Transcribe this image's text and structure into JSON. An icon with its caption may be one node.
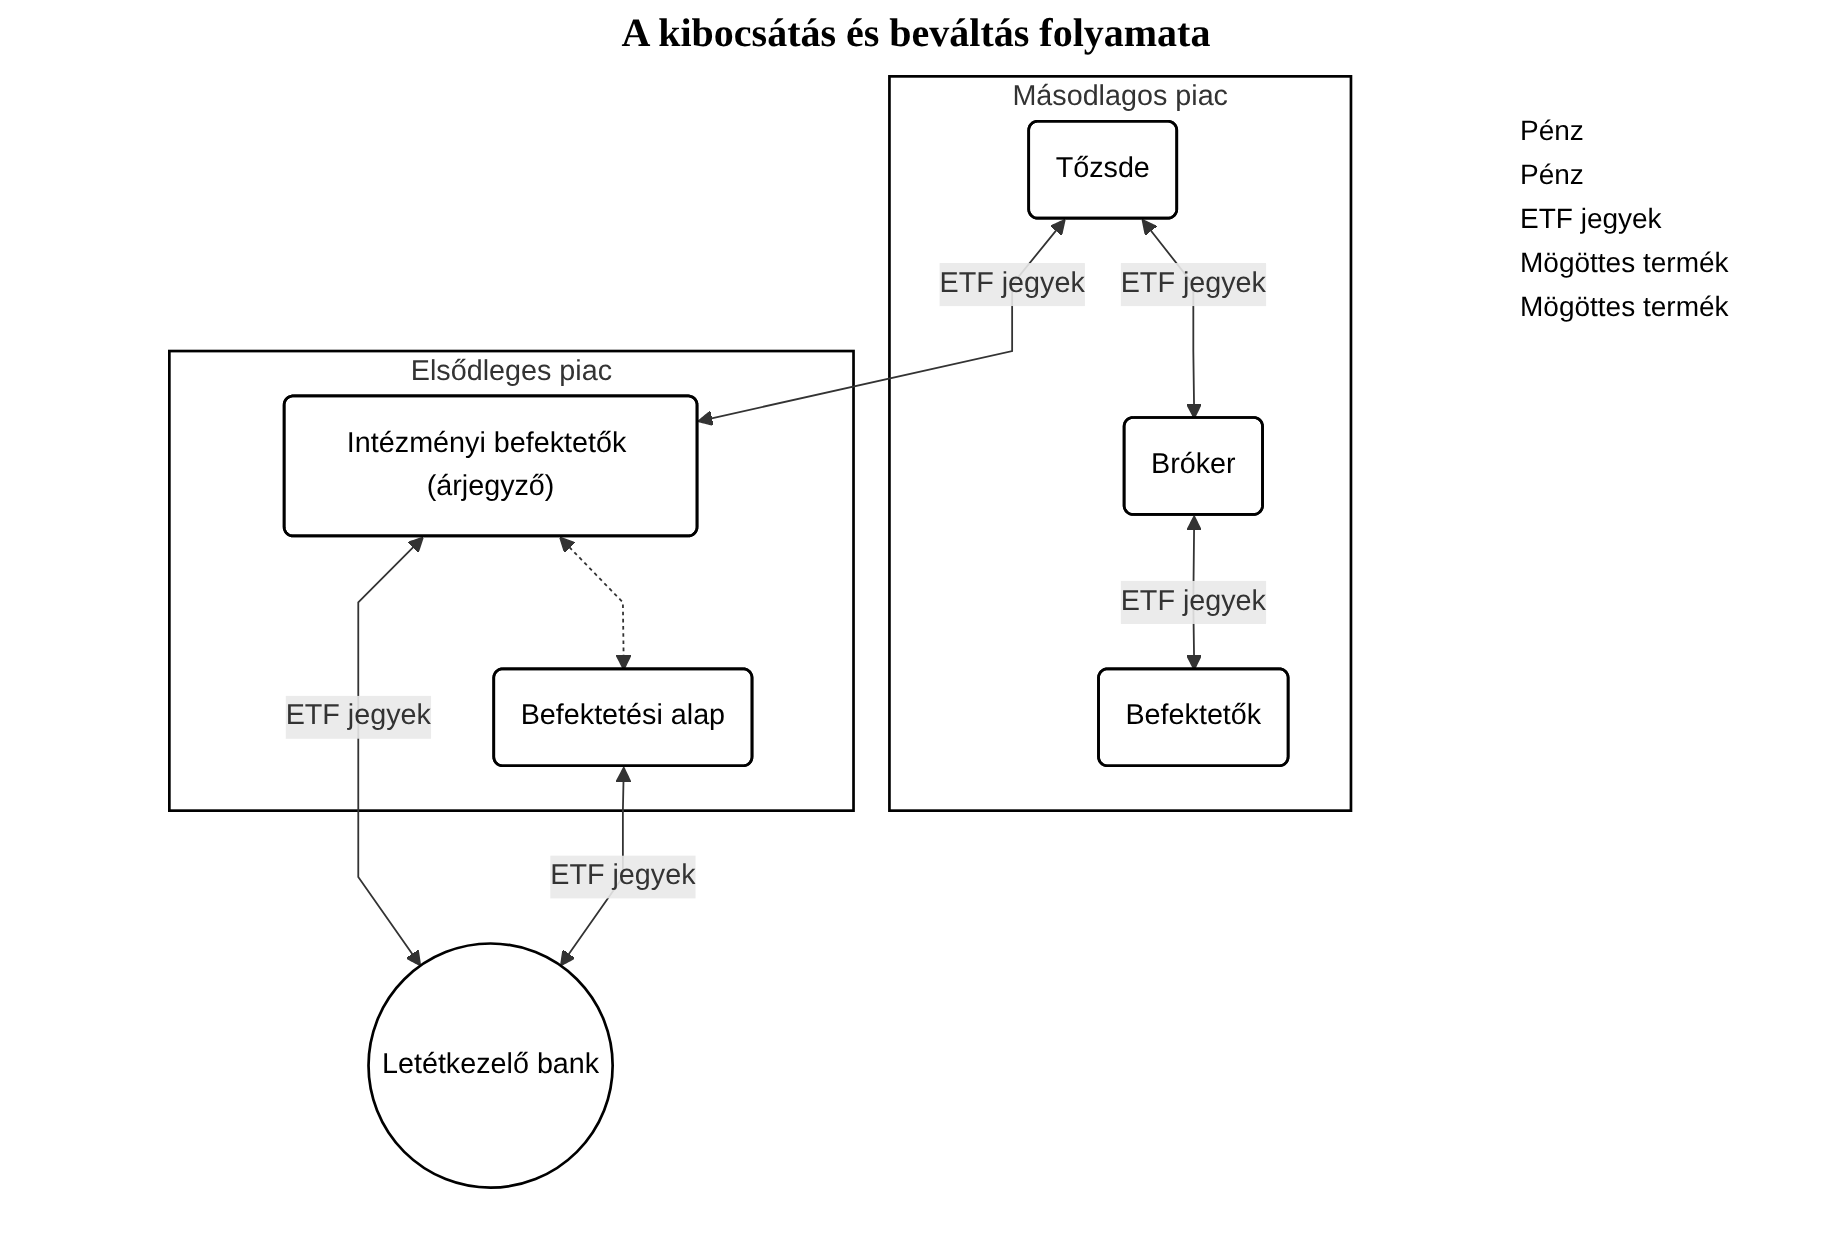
{
  "diagram": {
    "title": "A kibocsátás és beváltás folyamata",
    "nodes": [
      {
        "text": [
          "Másodlagos piac"
        ]
      },
      {
        "text": [
          "Tőzsde"
        ],
        "in": 0
      },
      {
        "text": [
          "Bróker"
        ],
        "in": 0
      },
      {
        "text": [
          "Befektetők"
        ],
        "in": 0
      },
      {
        "text": [
          "Letétkezelő bank"
        ]
      },
      {
        "text": [
          "Elsődleges piac"
        ]
      },
      {
        "text": [
          "Intézményi befektetők (árjegyző)"
        ],
        "in": 5
      },
      {
        "text": [
          "Befektetési alap"
        ],
        "in": 5
      }
    ],
    "edges": [
      {
        "from": 1,
        "to": 2,
        "arrow": "both",
        "label": "ETF jegyek"
      },
      {
        "from": 2,
        "to": 3,
        "arrow": "both",
        "label": "ETF jegyek"
      },
      {
        "from": 1,
        "to": 6,
        "arrow": "both",
        "label": "ETF jegyek"
      },
      {
        "from": 6,
        "to": 4,
        "arrow": "both",
        "label": "ETF jegyek"
      },
      {
        "from": 7,
        "to": 4,
        "arrow": "both",
        "label": "ETF jegyek"
      },
      {
        "from": 6,
        "to": 7,
        "arrow": "both",
        "style": "dashed"
      }
    ],
    "labels": [
      "Pénz",
      "Pénz",
      "ETF jegyek",
      "Mögöttes termék",
      "Mögöttes termék"
    ]
  }
}
